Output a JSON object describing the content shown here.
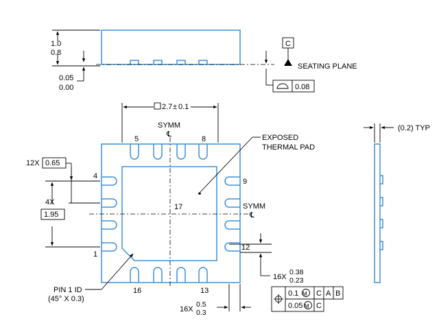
{
  "side_view": {
    "height_max": "1.0",
    "height_min": "0.8",
    "standoff_max": "0.05",
    "standoff_min": "0.00",
    "datum_c": "C",
    "seating_plane": "SEATING PLANE",
    "flatness_value": "0.08"
  },
  "top_view": {
    "body_size": "2.7",
    "body_size_tol": "±",
    "body_size_tol_value": "0.1",
    "symm": "SYMM",
    "centerline": "℄",
    "pin_5": "5",
    "pin_8": "8",
    "pin_4": "4",
    "pin_1": "1",
    "pin_9": "9",
    "pin_12": "12",
    "pin_13": "13",
    "pin_16": "16",
    "pin_17": "17",
    "exposed_pad_line1": "EXPOSED",
    "exposed_pad_line2": "THERMAL PAD",
    "pitch_count": "12X",
    "pitch_value": "0.65",
    "span_count": "4X",
    "span_value": "1.95",
    "pin1_id_line1": "PIN 1 ID",
    "pin1_id_line2": "(45° X 0.3)",
    "lead_len_count": "16X",
    "lead_len_max": "0.38",
    "lead_len_min": "0.23",
    "lead_w_count": "16X",
    "lead_w_max": "0.5",
    "lead_w_min": "0.3",
    "fcf_row1_tol": "0.1",
    "fcf_row1_d1": "C",
    "fcf_row1_d2": "A",
    "fcf_row1_d3": "B",
    "fcf_row2_tol": "0.05",
    "fcf_row2_d1": "C",
    "modifier": "M"
  },
  "end_view": {
    "typ_label": "(0.2) TYP"
  }
}
